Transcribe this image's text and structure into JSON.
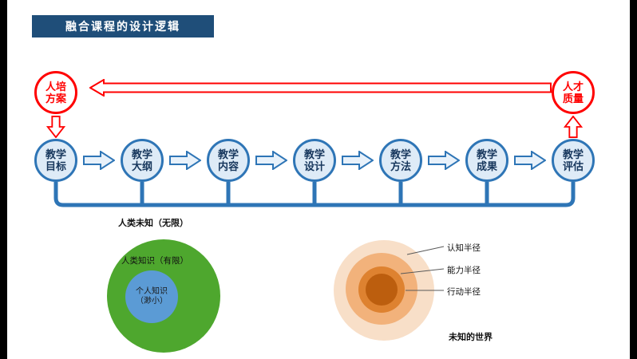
{
  "title": "融合课程的设计逻辑",
  "cycle": {
    "left_node": {
      "line1": "人培",
      "line2": "方案"
    },
    "right_node": {
      "line1": "人才",
      "line2": "质量"
    }
  },
  "flow": {
    "steps": [
      {
        "line1": "教学",
        "line2": "目标"
      },
      {
        "line1": "教学",
        "line2": "大纲"
      },
      {
        "line1": "教学",
        "line2": "内容"
      },
      {
        "line1": "教学",
        "line2": "设计"
      },
      {
        "line1": "教学",
        "line2": "方法"
      },
      {
        "line1": "教学",
        "line2": "成果"
      },
      {
        "line1": "教学",
        "line2": "评估"
      }
    ]
  },
  "knowledge": {
    "unknown_label": "人类未知（无限）",
    "human_label": "人类知识（有限）",
    "personal_line1": "个人知识",
    "personal_line2": "（渺小）"
  },
  "radius": {
    "labels": [
      "认知半径",
      "能力半径",
      "行动半径"
    ],
    "world_label": "未知的世界"
  },
  "colors": {
    "accent_red": "#FF0000",
    "flow_blue": "#2E75B6",
    "flow_fill": "#DEEBF7",
    "title_bg": "#1F4E79",
    "green": "#4EA72E",
    "inner_blue": "#5B9BD5",
    "orange_outer": "#F8DFC8",
    "orange_mid": "#F2B27B",
    "orange_core": "#BC5E0E"
  }
}
